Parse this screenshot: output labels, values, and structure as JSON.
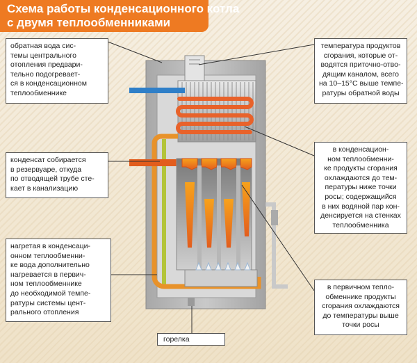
{
  "title": {
    "line1": "Схема работы конденсационного котла",
    "line2": "с двумя теплообменниками"
  },
  "callouts": {
    "return_water": {
      "lines": [
        "обратная вода сис-",
        "темы центрального",
        "отопления предвари-",
        "тельно подогревает-",
        "ся в конденсационном",
        "теплообменнике"
      ]
    },
    "condensate": {
      "lines": [
        "конденсат собирается",
        "в резервуаре, откуда",
        "по отводящей трубе сте-",
        "кает в канализацию"
      ]
    },
    "heated_water": {
      "lines": [
        "нагретая в конденсаци-",
        "онном теплообменни-",
        "ке вода дополнительно",
        "нагревается в первич-",
        "ном теплообменнике",
        "до необходимой темпе-",
        "ратуры системы цент-",
        "рального отопления"
      ]
    },
    "flue_temp": {
      "lines": [
        "температура продуктов",
        "сгорания, которые от-",
        "водятся приточно-отво-",
        "дящим каналом, всего",
        "на 10–15°С выше темпе-",
        "ратуры обратной воды"
      ]
    },
    "condensing_exchanger": {
      "lines": [
        "в конденсацион-",
        "ном теплообменни-",
        "ке продукты сгорания",
        "охлаждаются до тем-",
        "пературы ниже точки",
        "росы; содержащийся",
        "в них водяной пар кон-",
        "денсируется на стенках",
        "теплообменника"
      ]
    },
    "primary_exchanger": {
      "lines": [
        "в первичном тепло-",
        "обменнике продукты",
        "сгорания охлаждаются",
        "до температуры выше",
        "точки росы"
      ]
    }
  },
  "burner": {
    "label": "горелка"
  },
  "colors": {
    "accent": "#ee7a22",
    "hot_pipe": "#e8622a",
    "cold_pipe": "#2f7fc8",
    "casing": "#b9b9b9",
    "flame": "#f08a1e"
  }
}
